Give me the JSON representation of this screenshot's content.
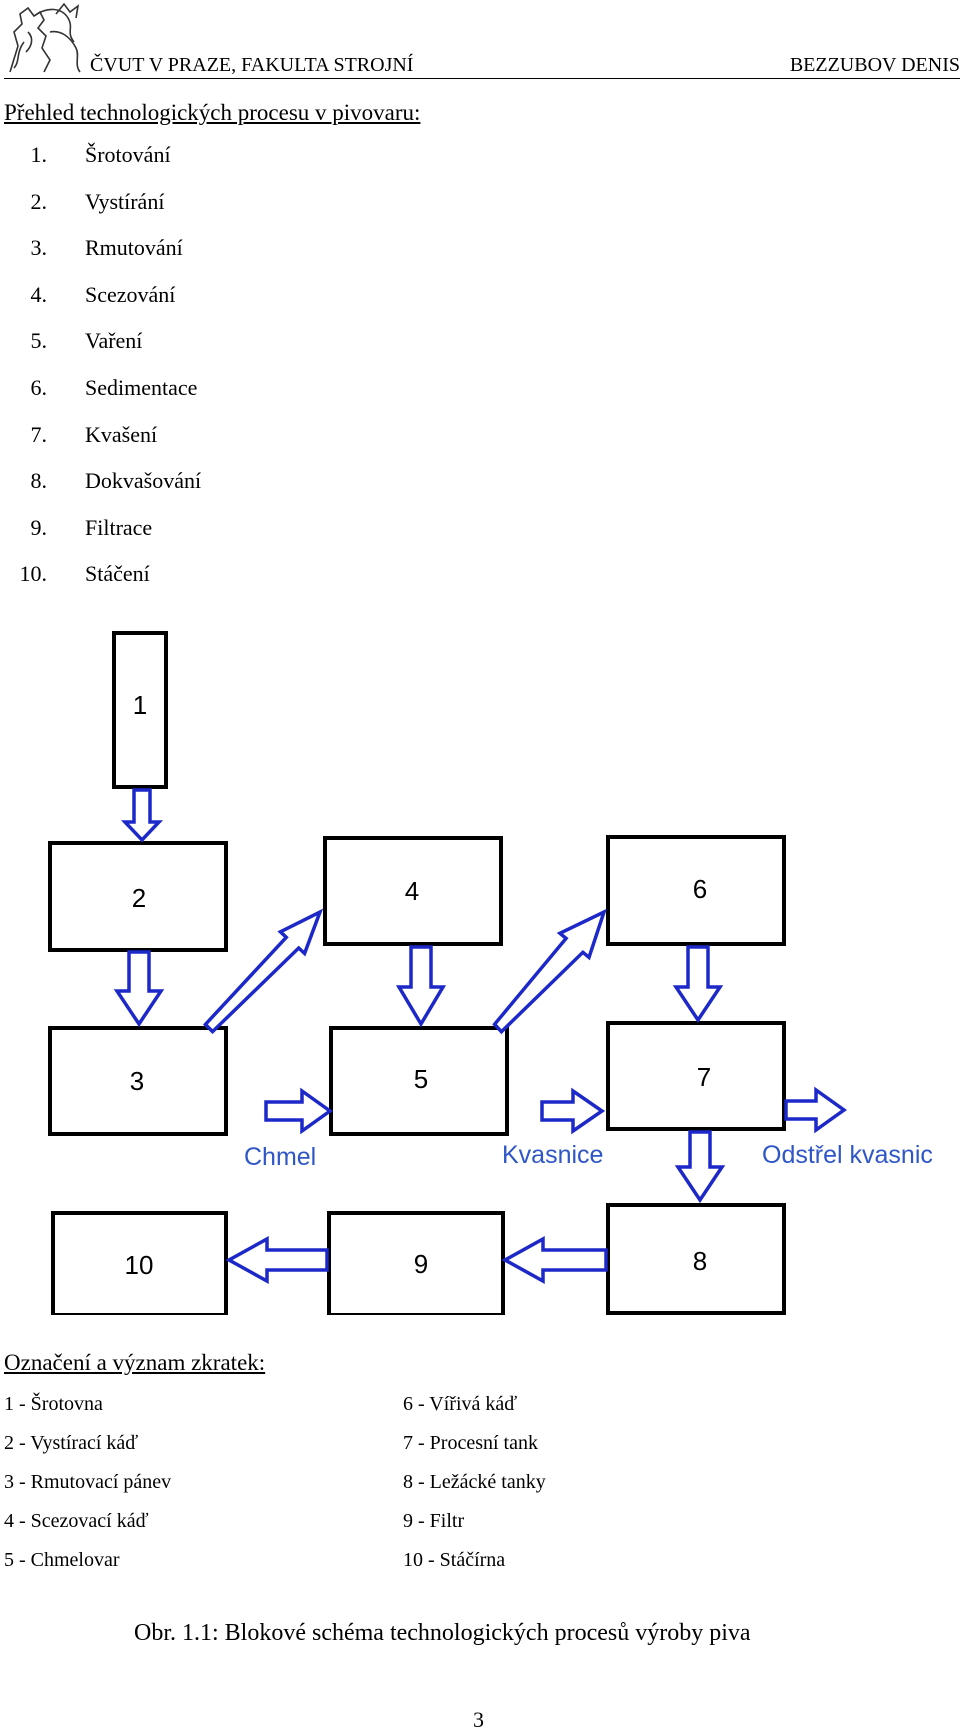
{
  "header": {
    "left": "ČVUT V PRAZE, FAKULTA STROJNÍ",
    "right": "BEZZUBOV DENIS"
  },
  "overview": {
    "title": "Přehled technologických procesu v pivovaru:",
    "steps": [
      {
        "num": "1.",
        "label": "Šrotování"
      },
      {
        "num": "2.",
        "label": "Vystírání"
      },
      {
        "num": "3.",
        "label": "Rmutování"
      },
      {
        "num": "4.",
        "label": "Scezování"
      },
      {
        "num": "5.",
        "label": "Vaření"
      },
      {
        "num": "6.",
        "label": "Sedimentace"
      },
      {
        "num": "7.",
        "label": "Kvašení"
      },
      {
        "num": "8.",
        "label": "Dokvašování"
      },
      {
        "num": "9.",
        "label": "Filtrace"
      },
      {
        "num": "10.",
        "label": "Stáčení"
      }
    ]
  },
  "diagram": {
    "boxes": [
      "1",
      "2",
      "3",
      "4",
      "5",
      "6",
      "7",
      "8",
      "9",
      "10"
    ],
    "inputs": [
      "Chmel",
      "Kvasnice",
      "Odstřel kvasnic"
    ],
    "arrow_color": "#1d28c8",
    "input_label_color": "#2e56c6"
  },
  "abbreviations": {
    "title": "Označení a význam zkratek:",
    "left": [
      "1 - Šrotovna",
      "2 - Vystírací káď",
      "3 - Rmutovací pánev",
      "4 - Scezovací káď",
      "5 - Chmelovar"
    ],
    "right": [
      "6 - Vířivá káď",
      "7 - Procesní tank",
      "8 - Ležácké tanky",
      "9 - Filtr",
      "10 - Stáčírna"
    ]
  },
  "caption": "Obr. 1.1: Blokové schéma technologických procesů výroby piva",
  "page_number": "3"
}
